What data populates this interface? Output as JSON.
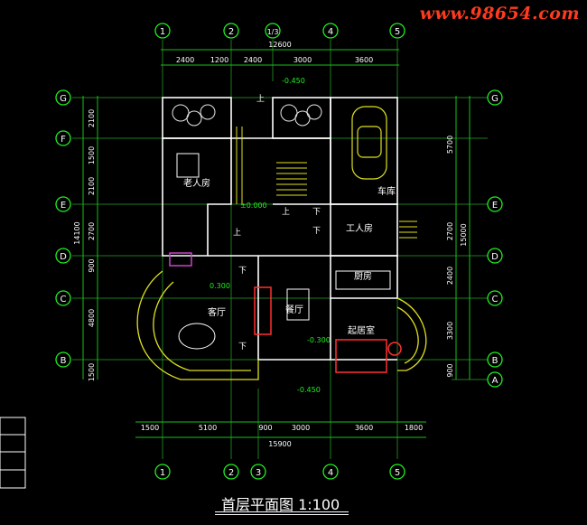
{
  "watermark": "www.98654.com",
  "title": "首层平面图 1:100",
  "grid_cols_top": [
    "1",
    "2",
    "1/3",
    "4",
    "5"
  ],
  "grid_cols_bottom": [
    "1",
    "2",
    "3",
    "4",
    "5"
  ],
  "grid_rows": [
    "G",
    "F",
    "E",
    "D",
    "C",
    "B",
    "A"
  ],
  "dims_top_total": "12600",
  "dims_top": [
    "2400",
    "1200",
    "2400",
    "3000",
    "3600"
  ],
  "dims_bottom": [
    "1500",
    "5100",
    "900",
    "3000",
    "3600",
    "1800"
  ],
  "dims_bottom_total": "15900",
  "dims_left": [
    "2100",
    "1500",
    "2100",
    "2700",
    "900",
    "4800",
    "1500"
  ],
  "dims_left_total": "14100",
  "dims_right": [
    "5700",
    "2700",
    "2400",
    "3300",
    "900"
  ],
  "dims_right_total": "15000",
  "rooms": {
    "elder": "老人房",
    "garage": "车库",
    "worker": "工人房",
    "kitchen": "厨房",
    "living": "客厅",
    "dining": "餐厅",
    "family": "起居室"
  },
  "levels": {
    "top": "-0.450",
    "center": "±0.000",
    "living": "0.300",
    "family": "-0.300",
    "entrance": "-0.450"
  },
  "stair_up": "上",
  "stair_down": "下"
}
